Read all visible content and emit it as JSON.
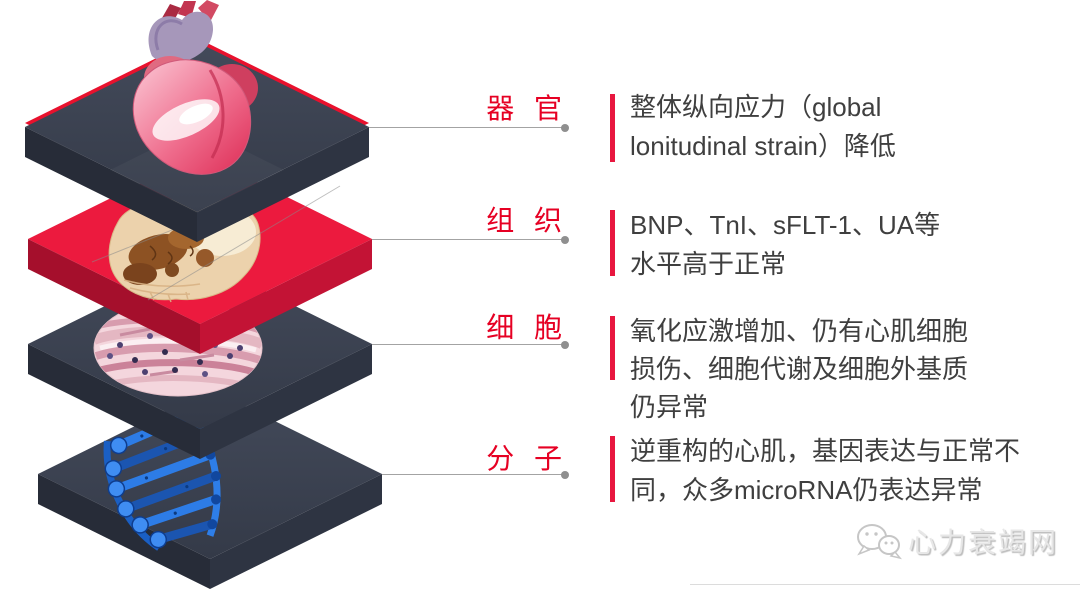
{
  "colors": {
    "accent_red": "#e60023",
    "bar_red": "#e8173f",
    "body_text": "#3f3f3f",
    "leader_gray": "#a3a3a3",
    "slab_dark": "#3c4251",
    "slab_red": "#ec1a3e",
    "dna_blue": "#2e7ee8",
    "watermark_gray": "#d9d9d9"
  },
  "layers": [
    {
      "name": "organ",
      "label": "器 官",
      "illustration": "heart-illustration",
      "description_lines": [
        "整体纵向应力（global",
        "lonitudinal strain）降低"
      ]
    },
    {
      "name": "tissue",
      "label": "组 织",
      "illustration": "tissue-sample-illustration",
      "description_lines": [
        "BNP、TnI、sFLT-1、UA等",
        "水平高于正常"
      ]
    },
    {
      "name": "cell",
      "label": "细 胞",
      "illustration": "histology-micrograph-illustration",
      "description_lines": [
        "氧化应激增加、仍有心肌细胞",
        "损伤、细胞代谢及细胞外基质",
        "仍异常"
      ]
    },
    {
      "name": "molecule",
      "label": "分 子",
      "illustration": "dna-helix-illustration",
      "description_lines": [
        "逆重构的心肌，基因表达与正常不",
        "同，众多microRNA仍表达异常"
      ]
    }
  ],
  "watermark": {
    "icon": "wechat-icon",
    "text": "心力衰竭网"
  }
}
